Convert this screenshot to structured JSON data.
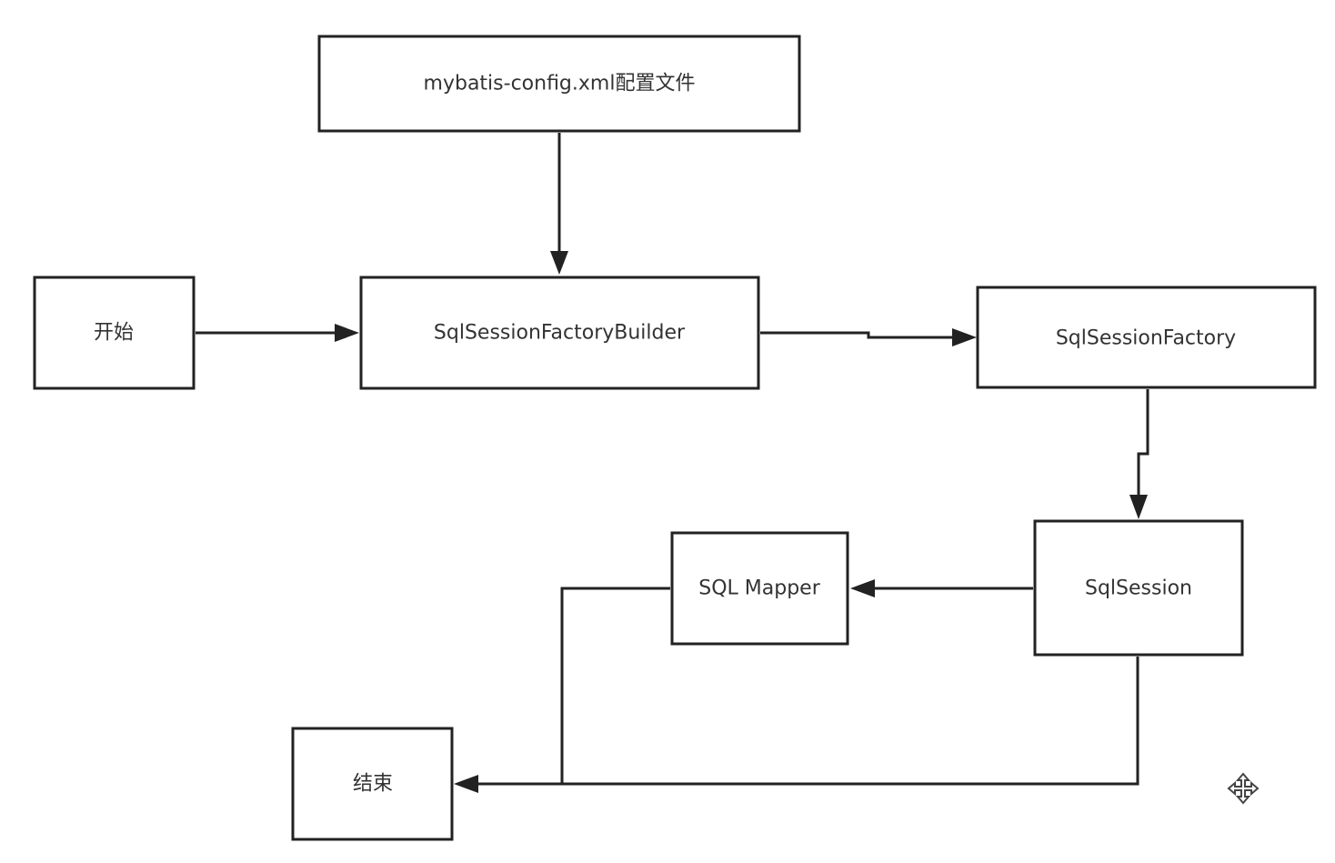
{
  "nodes": {
    "config": "mybatis-config.xml配置文件",
    "start": "开始",
    "builder": "SqlSessionFactoryBuilder",
    "factory": "SqlSessionFactory",
    "session": "SqlSession",
    "mapper": "SQL Mapper",
    "end": "结束"
  },
  "icons": {
    "cursor": "move-cursor-icon"
  }
}
